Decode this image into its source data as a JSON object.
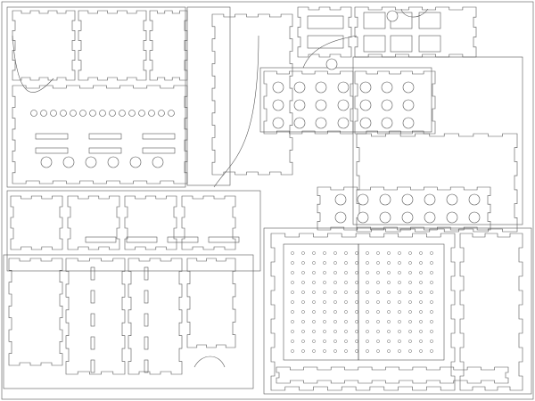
{
  "drawing": {
    "stroke_color": "#555555",
    "background_color": "#ffffff",
    "kind": "laser-cut box panel nesting layout",
    "large_hole_rows": 3,
    "large_hole_cols": 3,
    "small_hole_rows": 11,
    "small_hole_cols": 7
  }
}
